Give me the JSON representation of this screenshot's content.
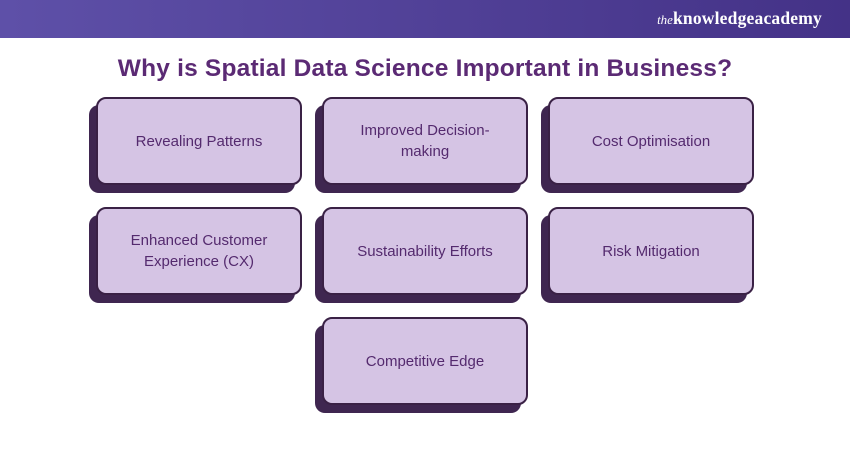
{
  "header": {
    "logo": {
      "the": "the",
      "knowledge": "knowledge",
      "academy": "academy"
    }
  },
  "title": "Why is Spatial Data Science Important in Business?",
  "cards": [
    {
      "label": "Revealing Patterns"
    },
    {
      "label": "Improved Decision-making"
    },
    {
      "label": "Cost Optimisation"
    },
    {
      "label": "Enhanced Customer Experience (CX)"
    },
    {
      "label": "Sustainability Efforts"
    },
    {
      "label": "Risk Mitigation"
    },
    {
      "label": "Competitive Edge"
    }
  ],
  "colors": {
    "header_gradient_left": "#5e50a8",
    "header_gradient_right": "#443287",
    "card_fill": "#d5c4e4",
    "card_border": "#3a2145",
    "card_shadow": "#3f2650",
    "card_text": "#542a6e",
    "title_text": "#5b2a74",
    "logo_text": "#ffffff"
  }
}
